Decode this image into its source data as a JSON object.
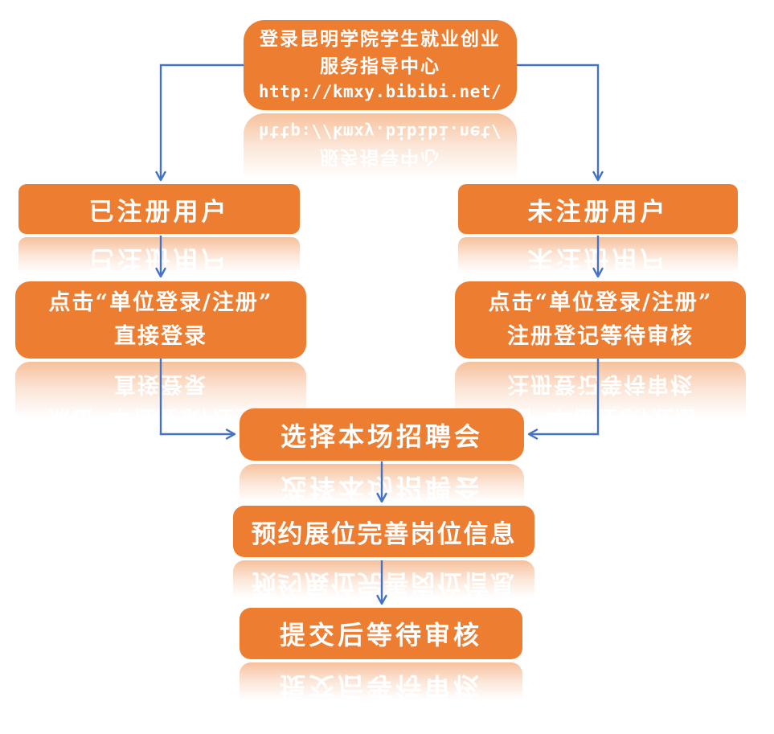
{
  "diagram": {
    "type": "flowchart",
    "nodes": {
      "start": {
        "line1": "登录昆明学院学生就业创业",
        "line2": "服务指导中心",
        "line3": "http://kmxy.bibibi.net/"
      },
      "registered": {
        "label": "已注册用户"
      },
      "unregistered": {
        "label": "未注册用户"
      },
      "login_direct": {
        "line1": "点击“单位登录/注册”",
        "line2": "直接登录"
      },
      "register_wait": {
        "line1": "点击“单位登录/注册”",
        "line2": "注册登记等待审核"
      },
      "select_fair": {
        "label": "选择本场招聘会"
      },
      "reserve_booth": {
        "label": "预约展位完善岗位信息"
      },
      "submit_wait": {
        "label": "提交后等待审核"
      }
    },
    "edges": [
      {
        "from": "start",
        "to": "registered"
      },
      {
        "from": "start",
        "to": "unregistered"
      },
      {
        "from": "registered",
        "to": "login_direct"
      },
      {
        "from": "unregistered",
        "to": "register_wait"
      },
      {
        "from": "login_direct",
        "to": "select_fair"
      },
      {
        "from": "register_wait",
        "to": "select_fair"
      },
      {
        "from": "select_fair",
        "to": "reserve_booth"
      },
      {
        "from": "reserve_booth",
        "to": "submit_wait"
      }
    ],
    "colors": {
      "node_fill": "#ED7D31",
      "connector": "#4472C4",
      "text": "#FFFFFF"
    }
  }
}
